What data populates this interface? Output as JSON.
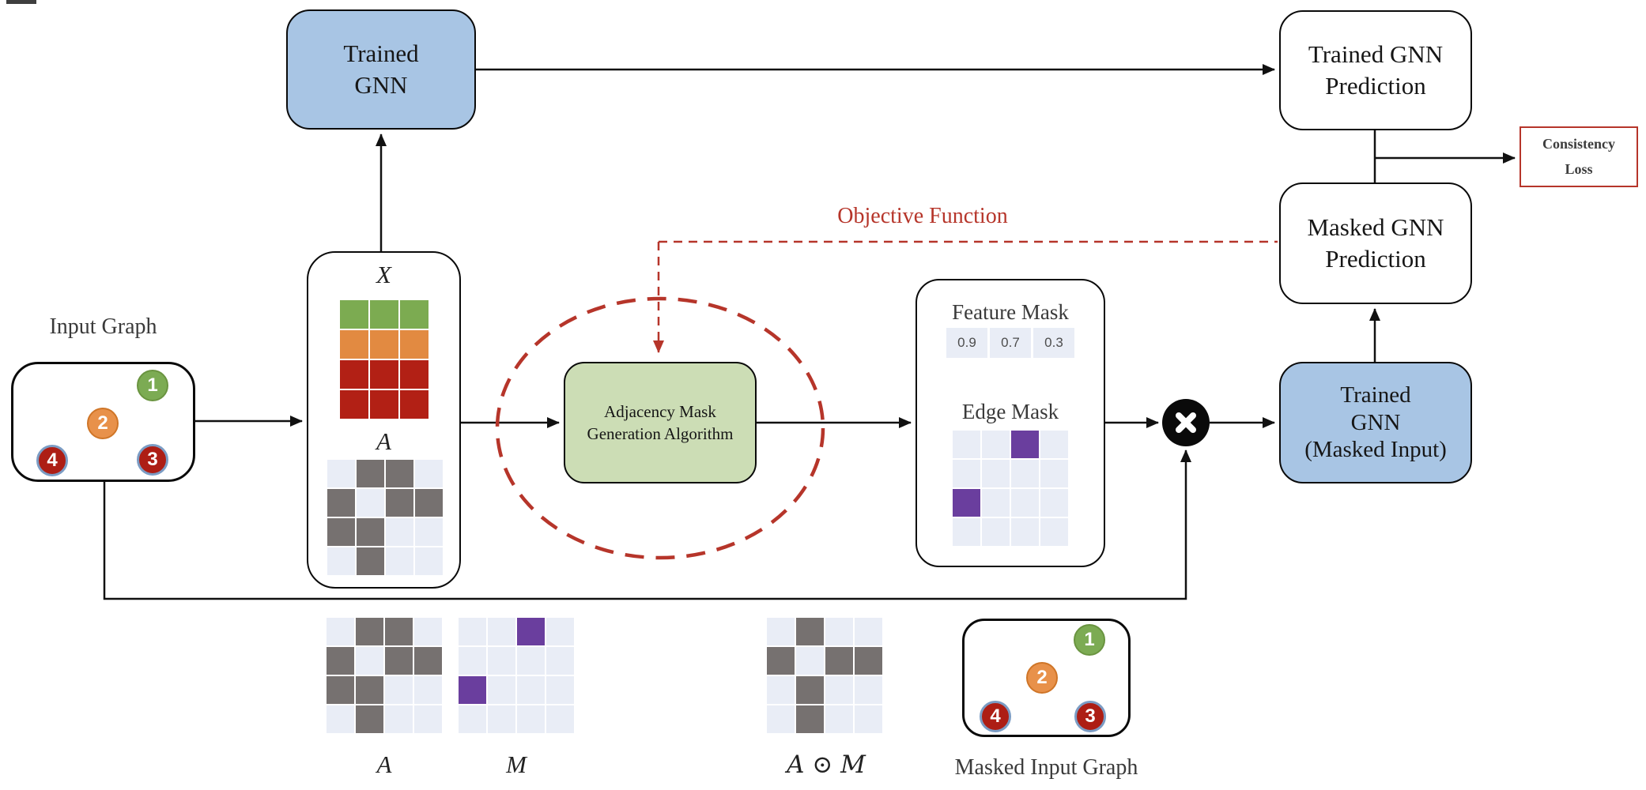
{
  "colors": {
    "box-blue": "#a8c5e4",
    "box-green": "#ccddb5",
    "red-accent": "#b6352a",
    "cell-light": "#e9edf6",
    "cell-dark": "#767170",
    "cell-purple": "#6a3e9e",
    "cell-green": "#7cab51",
    "cell-orange": "#e28a41",
    "cell-red": "#b22015",
    "node-green": "#7cab53",
    "node-green-border": "#6a9440",
    "node-orange": "#e8914a",
    "node-orange-border": "#cf7527",
    "node-red": "#ad1e15",
    "node-red-border": "#7b9cc4",
    "edge-blue": "#85b3e0",
    "line-black": "#111111",
    "text-dark": "#161616",
    "text-gray": "#3a3a3a"
  },
  "boxes": {
    "trained_gnn": {
      "lines": [
        "Trained",
        "GNN"
      ]
    },
    "trained_gnn_prediction": {
      "lines": [
        "Trained GNN",
        "Prediction"
      ]
    },
    "consistency_loss": {
      "lines": [
        "Consistency",
        "Loss"
      ]
    },
    "masked_gnn_prediction": {
      "lines": [
        "Masked GNN",
        "Prediction"
      ]
    },
    "trained_gnn_masked_input": {
      "lines": [
        "Trained",
        "GNN",
        "(Masked Input)"
      ]
    },
    "adjacency_mask_generation": {
      "lines": [
        "Adjacency Mask",
        "Generation Algorithm"
      ]
    }
  },
  "labels": {
    "input_graph": "Input Graph",
    "objective_function": "Objective Function",
    "feature_mask": "Feature Mask",
    "edge_mask": "Edge Mask",
    "x_matrix": "X",
    "a_matrix": "A",
    "a_bottom": "A",
    "m_bottom": "M",
    "am_bottom": "A ⊙ M",
    "masked_input_graph": "Masked Input Graph"
  },
  "graphs": {
    "input": {
      "nodes": [
        {
          "label": "1"
        },
        {
          "label": "2"
        },
        {
          "label": "3"
        },
        {
          "label": "4"
        }
      ]
    },
    "masked": {
      "nodes": [
        {
          "label": "1"
        },
        {
          "label": "2"
        },
        {
          "label": "3"
        },
        {
          "label": "4"
        }
      ]
    }
  },
  "feature_mask_values": [
    "0.9",
    "0.7",
    "0.3"
  ],
  "matrices": {
    "x": [
      [
        "g",
        "g",
        "g"
      ],
      [
        "o",
        "o",
        "o"
      ],
      [
        "r",
        "r",
        "r"
      ],
      [
        "r",
        "r",
        "r"
      ]
    ],
    "a": [
      [
        0,
        1,
        1,
        0
      ],
      [
        1,
        0,
        1,
        1
      ],
      [
        1,
        1,
        0,
        0
      ],
      [
        0,
        1,
        0,
        0
      ]
    ],
    "edge_mask": [
      [
        0,
        0,
        2,
        0
      ],
      [
        0,
        0,
        0,
        0
      ],
      [
        2,
        0,
        0,
        0
      ],
      [
        0,
        0,
        0,
        0
      ]
    ],
    "m": [
      [
        0,
        0,
        2,
        0
      ],
      [
        0,
        0,
        0,
        0
      ],
      [
        2,
        0,
        0,
        0
      ],
      [
        0,
        0,
        0,
        0
      ]
    ],
    "a_odot_m": [
      [
        0,
        1,
        0,
        0
      ],
      [
        1,
        0,
        1,
        1
      ],
      [
        0,
        1,
        0,
        0
      ],
      [
        0,
        1,
        0,
        0
      ]
    ]
  }
}
